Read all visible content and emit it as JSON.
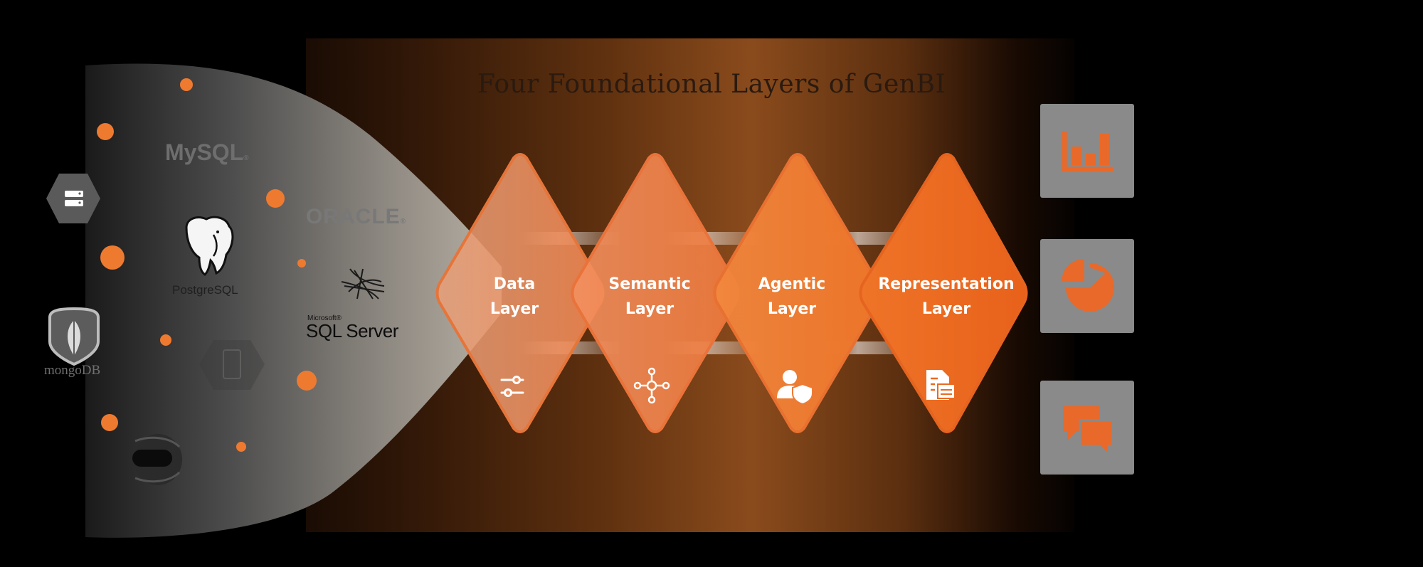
{
  "title": "Four Foundational Layers of GenBI",
  "sources": {
    "mysql": "MySQL",
    "mysql_mark": "®",
    "oracle": "ORACLE",
    "oracle_mark": "®",
    "postgresql": "PostgreSQL",
    "mongodb": "mongoDB",
    "sqlserver_prefix": "Microsoft®",
    "sqlserver": "SQL Server",
    "icons": [
      "server-icon",
      "mongodb-leaf-icon",
      "postgresql-elephant-icon",
      "sqlserver-icon",
      "elastic-icon",
      "hexagon-db-icon"
    ]
  },
  "layers": [
    {
      "line1": "Data",
      "line2": "Layer",
      "icon": "sliders-icon"
    },
    {
      "line1": "Semantic",
      "line2": "Layer",
      "icon": "network-icon"
    },
    {
      "line1": "Agentic",
      "line2": "Layer",
      "icon": "user-shield-icon"
    },
    {
      "line1": "Representation",
      "line2": "Layer",
      "icon": "report-icon"
    }
  ],
  "outputs": [
    {
      "icon": "bar-chart-icon"
    },
    {
      "icon": "pie-chart-icon"
    },
    {
      "icon": "chat-bubbles-icon"
    }
  ],
  "colors": {
    "accent": "#f07a2e",
    "accent_dark": "#e8651d",
    "card_bg": "#8a8a8a",
    "background": "#000000"
  }
}
